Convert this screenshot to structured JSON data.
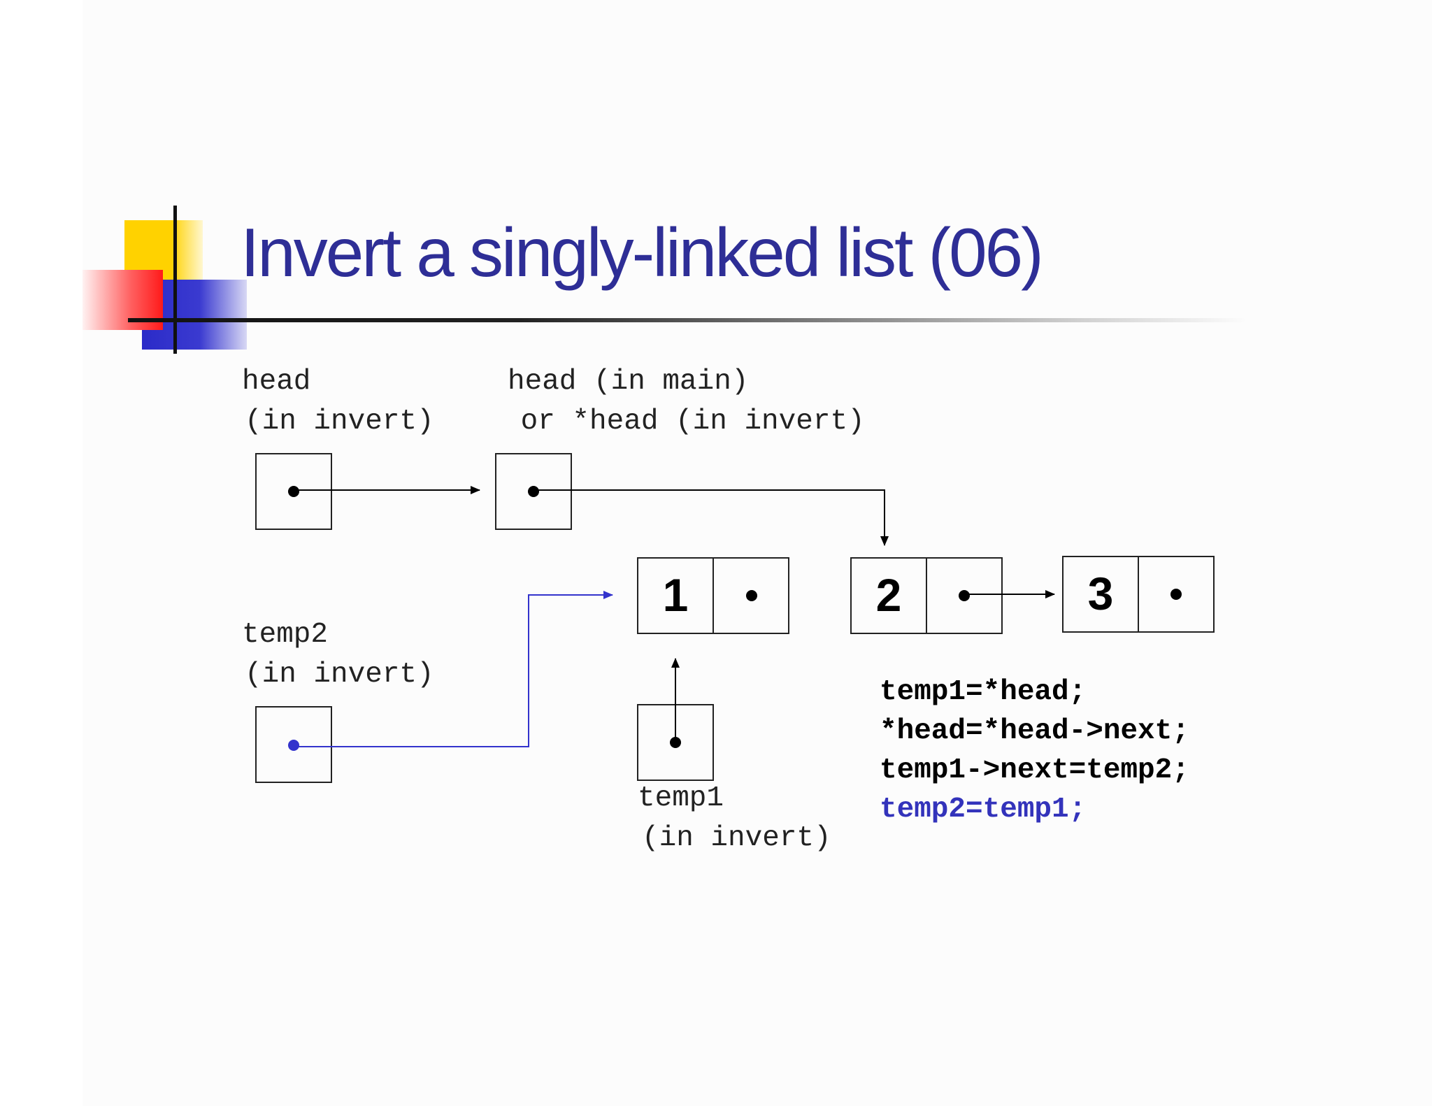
{
  "slide": {
    "title": "Invert a singly-linked list (06)",
    "title_color": "#2e2e96"
  },
  "labels": {
    "head_invert_line1": "head",
    "head_invert_line2": "(in invert)",
    "head_main_line1": "head (in main)",
    "head_main_line2": " or *head (in invert)",
    "temp2_line1": "temp2",
    "temp2_line2": "(in invert)",
    "temp1_line1": "temp1",
    "temp1_line2": "(in invert)"
  },
  "nodes": [
    {
      "value": "1"
    },
    {
      "value": "2"
    },
    {
      "value": "3"
    }
  ],
  "code": {
    "lines": [
      "temp1=*head;",
      "*head=*head->next;",
      "temp1->next=temp2;",
      "temp2=temp1;"
    ],
    "highlight_line_index": 3,
    "highlight_color": "#3333bb",
    "text_color": "#000000"
  },
  "colors": {
    "pointer_black": "#000000",
    "pointer_blue": "#3333cc"
  }
}
